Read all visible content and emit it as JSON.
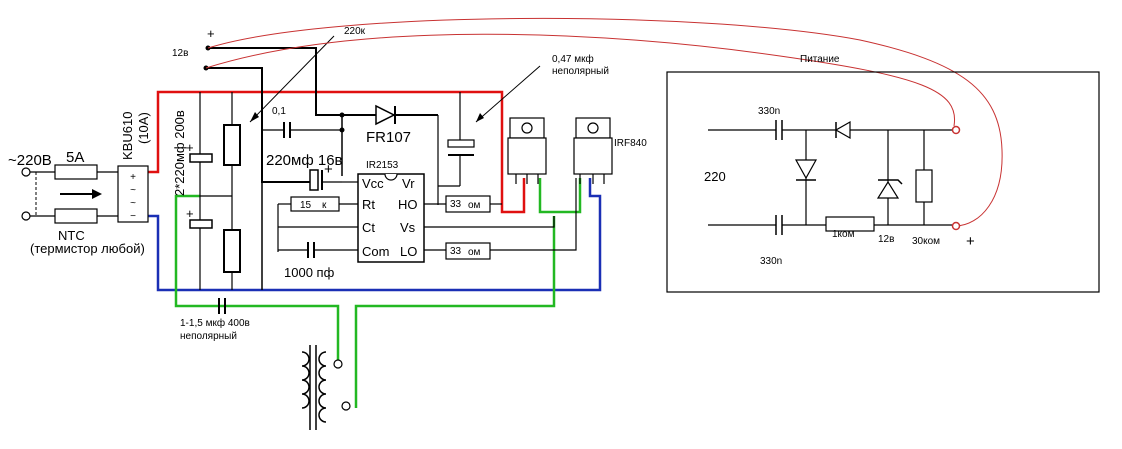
{
  "labels": {
    "ac_in": "~220В",
    "fuse": "5А",
    "ntc": "NTC",
    "ntc_note": "(термистор любой)",
    "bridge_name": "KBU610",
    "bridge_current": "(10А)",
    "caps_main": "2*220мф 200в",
    "supply_12v": "12в",
    "plus": "+",
    "res_220k": "220к",
    "cap_01": "0,1",
    "diode_fr107": "FR107",
    "cap_220mf": "220мф 16в",
    "ic_name": "IR2153",
    "pin_vcc": "Vcc",
    "pin_vr": "Vr",
    "pin_rt": "Rt",
    "pin_ho": "HO",
    "pin_ct": "Ct",
    "pin_vs": "Vs",
    "pin_com": "Com",
    "pin_lo": "LO",
    "res_15k_a": "15",
    "res_15k_b": "к",
    "res_33_ho_a": "33",
    "res_33_ho_b": "ом",
    "res_33_lo_a": "33",
    "res_33_lo_b": "ом",
    "cap_1000": "1000 пф",
    "cap_047_line1": "0,47 мкф",
    "cap_047_line2": "неполярный",
    "mosfet": "IRF840",
    "cap_out_line1": "1-1,5 мкф 400в",
    "cap_out_line2": "неполярный",
    "power_label": "Питание",
    "psu_cap_top": "330n",
    "psu_cap_bottom": "330n",
    "psu_220": "220",
    "psu_res_1k": "1ком",
    "psu_zener": "12в",
    "psu_res_30k": "30ком",
    "psu_plus": "+"
  },
  "colors": {
    "positive_rail": "#e01010",
    "negative_rail": "#1a2fb5",
    "output": "#22b822",
    "power_wire": "#c83232"
  }
}
